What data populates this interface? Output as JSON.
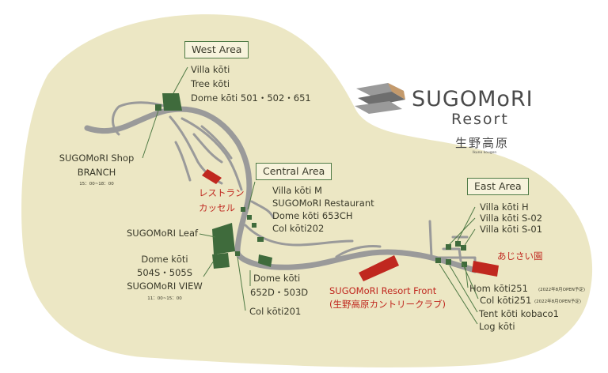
{
  "logo": {
    "title": "SUGOMoRI",
    "subtitle": "Resort",
    "japanese": "生野高原",
    "romaji": "Ikuno kougen"
  },
  "areas": {
    "west": "West Area",
    "central": "Central Area",
    "east": "East Area"
  },
  "west_labels": {
    "line1": "Villa kōti",
    "line2": "Tree kōti",
    "line3": "Dome kōti 501・502・651"
  },
  "shop": {
    "line1": "SUGOMoRI Shop",
    "line2": "BRANCH",
    "hours": "15：00~18：00"
  },
  "restaurant_kassel": {
    "line1": "レストラン",
    "line2": "カッセル"
  },
  "central_labels": {
    "line1": "Villa kōti M",
    "line2": "SUGOMoRI Restaurant",
    "line3": "Dome kōti 653CH",
    "line4": "Col kōti202"
  },
  "leaf": "SUGOMoRI Leaf",
  "dome504": {
    "line1": "Dome kōti",
    "line2": "504S・505S",
    "line3": "SUGOMoRI VIEW",
    "hours": "11：00~15：00"
  },
  "dome652": {
    "line1": "Dome kōti",
    "line2": "652D・503D"
  },
  "col201": "Col kōti201",
  "front": {
    "line1": "SUGOMoRI Resort  Front",
    "line2": "(生野高原カントリークラブ)"
  },
  "east_labels": {
    "line1": "Villa kōti H",
    "line2": "Villa kōti S-02",
    "line3": "Villa kōti S-01"
  },
  "ajisai": "あじさい園",
  "hom251": {
    "label": "Hom kōti251",
    "note": "(2022年8月OPEN予定)"
  },
  "col251": {
    "label": "Col kōti251",
    "note": "(2022年8月OPEN予定)"
  },
  "tent": "Tent kōti kobaco1",
  "log": "Log kōti",
  "colors": {
    "land": "#ece7c4",
    "road": "#9a9a9a",
    "building": "#3f6b3c",
    "red": "#c0281f",
    "leader": "#4f7a45"
  }
}
